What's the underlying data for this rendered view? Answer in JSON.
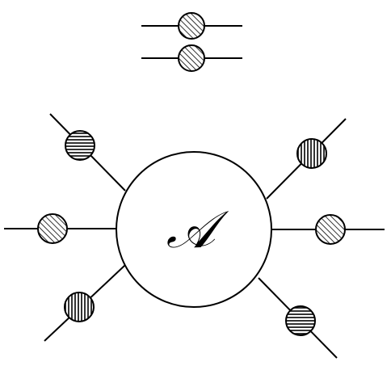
{
  "diagram": {
    "central_label": "𝒜",
    "colors": {
      "stroke": "#000000",
      "fill": "#ffffff"
    },
    "top_propagator": {
      "blob_hatch": "diagonal",
      "count": 2
    },
    "external_legs": [
      {
        "name": "upper-left-leg",
        "blob_hatch": "horizontal"
      },
      {
        "name": "left-leg",
        "blob_hatch": "diagonal"
      },
      {
        "name": "lower-left-leg",
        "blob_hatch": "vertical"
      },
      {
        "name": "upper-right-leg",
        "blob_hatch": "vertical"
      },
      {
        "name": "right-leg",
        "blob_hatch": "diagonal"
      },
      {
        "name": "lower-right-leg",
        "blob_hatch": "horizontal"
      }
    ]
  }
}
